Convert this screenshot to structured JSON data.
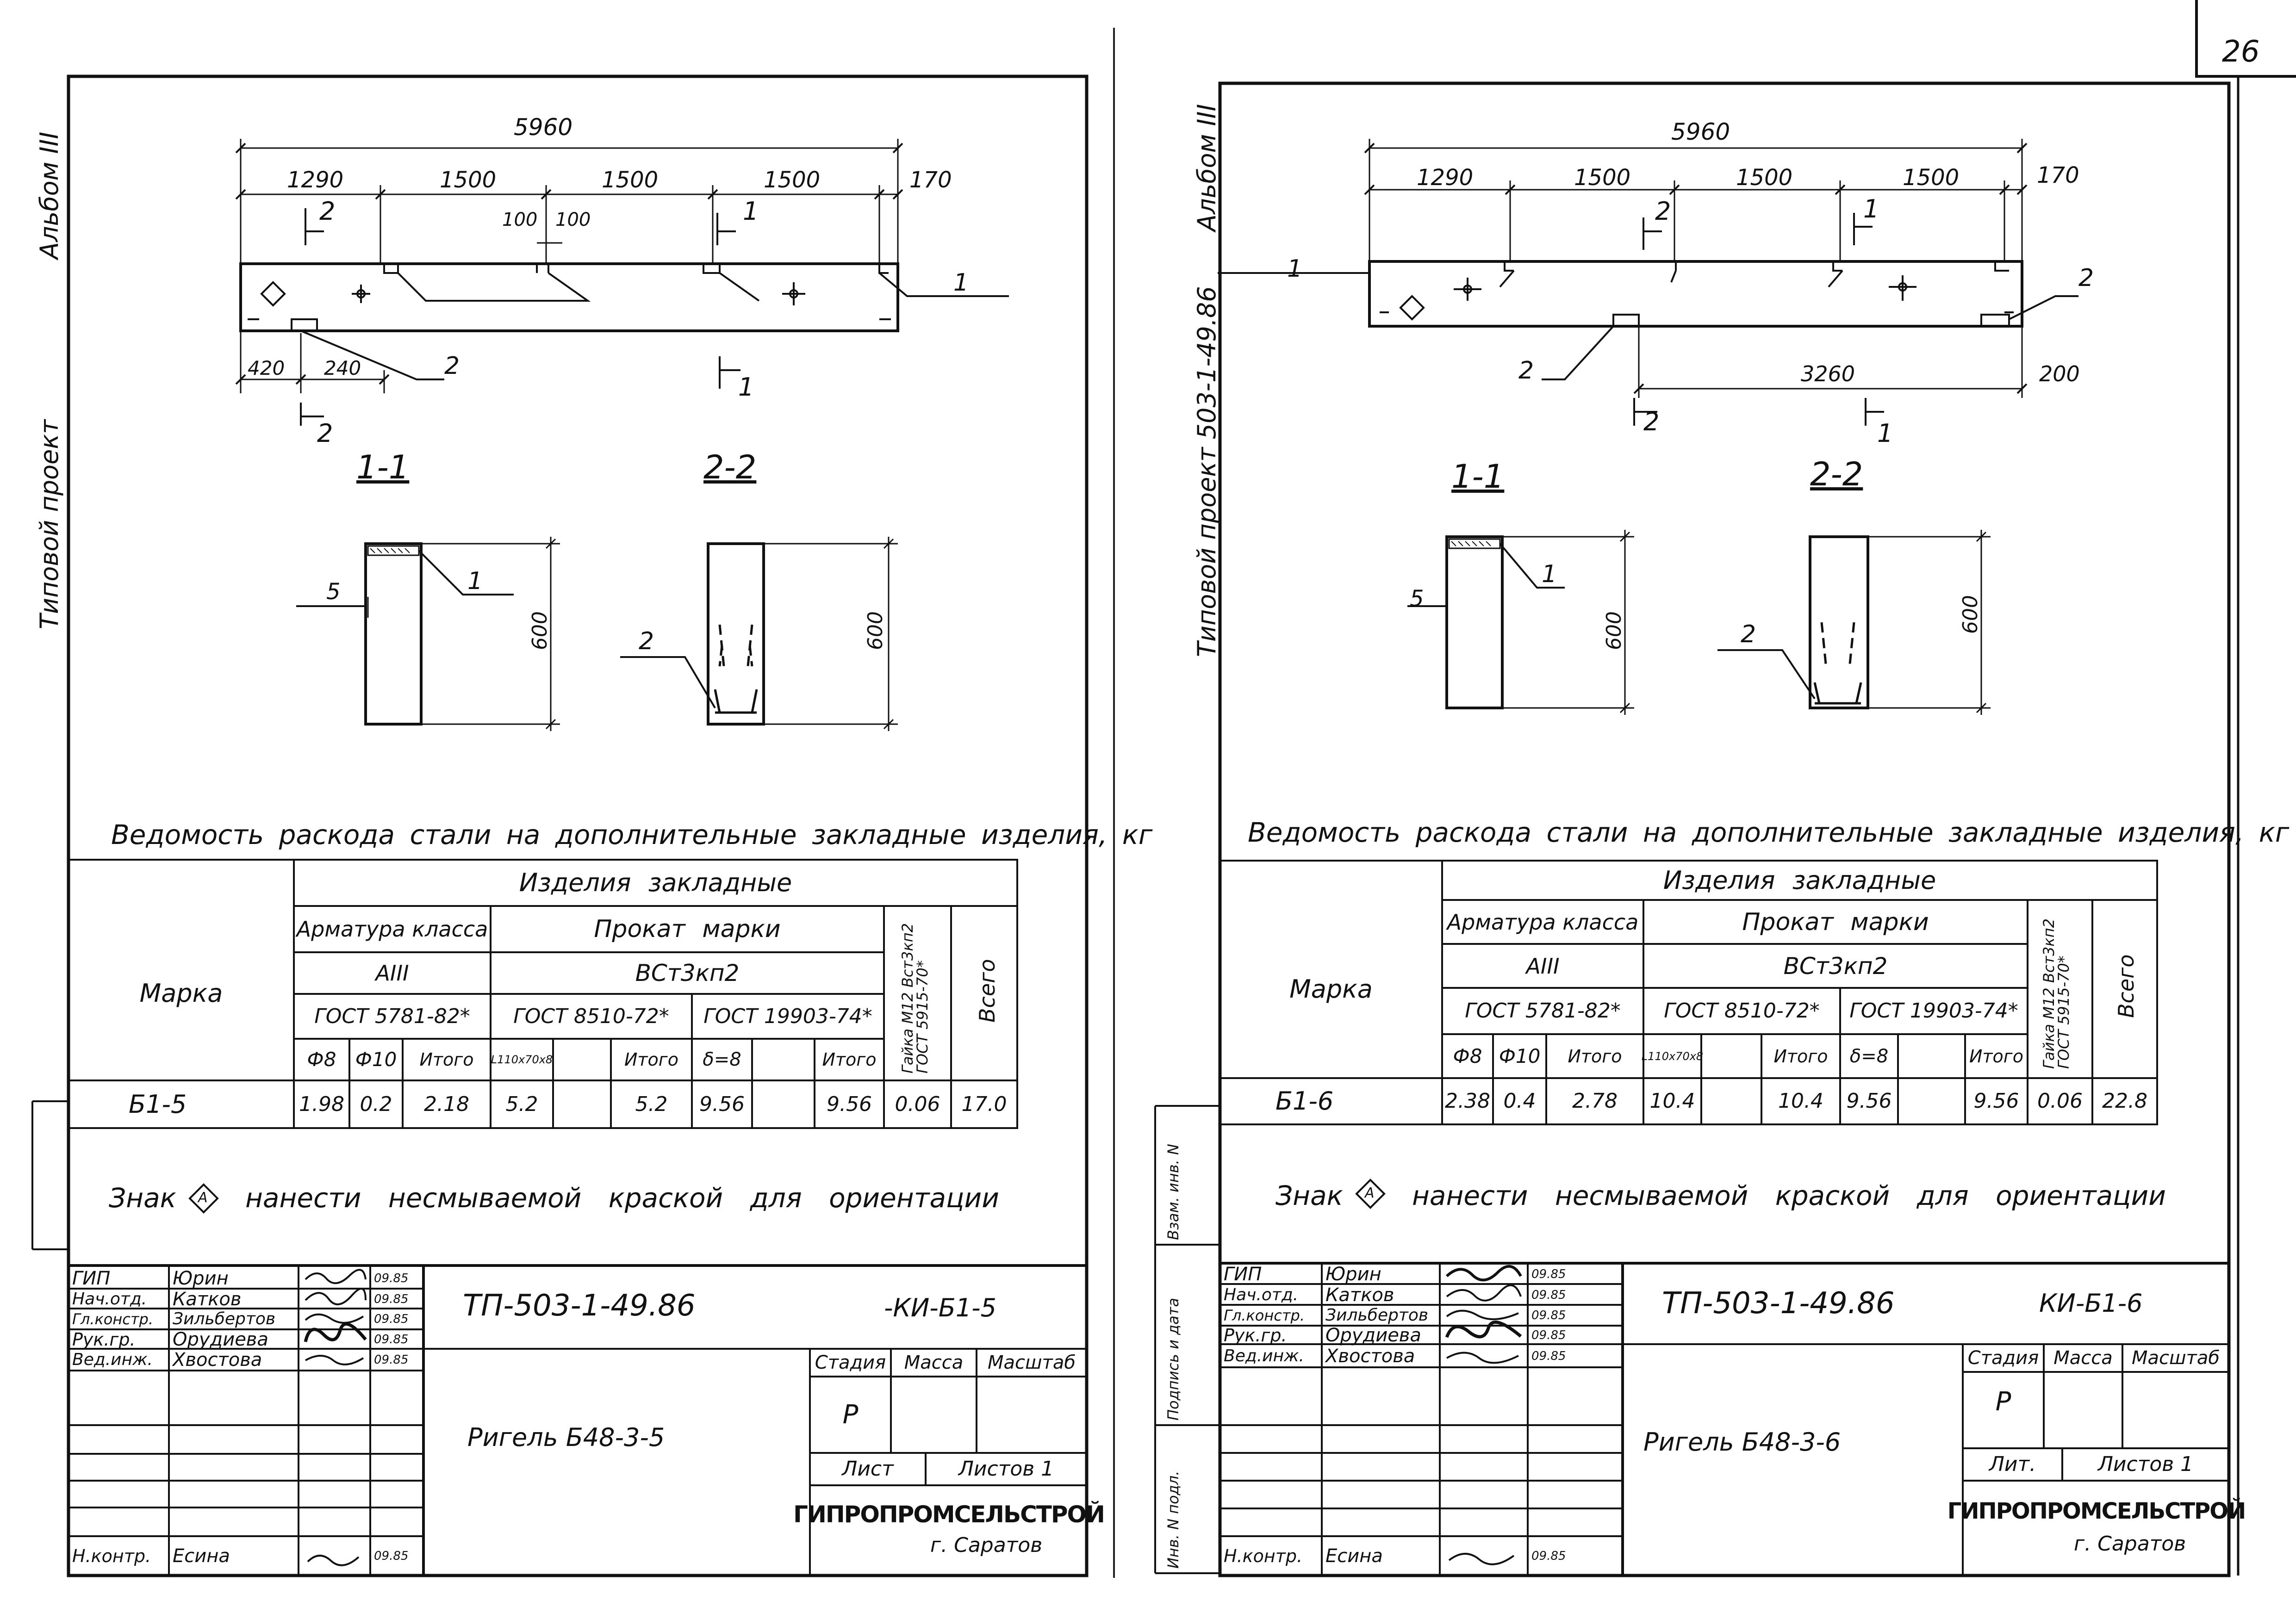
{
  "page_number": "26",
  "sheets": [
    {
      "side_labels": [
        "Альбом III",
        "Типовой проект"
      ],
      "dims": {
        "total": "5960",
        "segments": [
          "1290",
          "1500",
          "1500",
          "1500",
          "170"
        ],
        "small": [
          "100",
          "100"
        ],
        "bottom": [
          "420",
          "240"
        ]
      },
      "callouts": [
        "1",
        "2"
      ],
      "section_marks": [
        "2",
        "1",
        "2",
        "1"
      ],
      "section_titles": [
        "1-1",
        "2-2"
      ],
      "section_dims": {
        "thickness": "5",
        "height": "600"
      },
      "statement_title": "Ведомость раскода стали на дополнительные закладные изделия, кг",
      "table": {
        "mark_header": "Марка",
        "group_header": "Изделия закладные",
        "rebar_header": "Арматура класса",
        "rebar_class": "АIII",
        "rebar_gost": "ГОСТ 5781-82*",
        "rolled_header": "Прокат марки",
        "rolled_grade": "ВСт3кп2",
        "gost_a": "ГОСТ 8510-72*",
        "gost_b": "ГОСТ 19903-74*",
        "nut_header": "Гайка М12 Вст3кп2 ГОСТ 5915-70*",
        "total_header": "Всего",
        "cols": [
          "Ф8",
          "Ф10",
          "Итого",
          "L110х70х8",
          "",
          "Итого",
          "δ=8",
          "",
          "Итого"
        ],
        "row": {
          "mark": "Б1-5",
          "values": [
            "1.98",
            "0.2",
            "2.18",
            "5.2",
            "",
            "5.2",
            "9.56",
            "",
            "9.56",
            "0.06",
            "17.0"
          ]
        }
      },
      "note": {
        "before": "Знак",
        "symbol": "А",
        "after": "нанести несмываемой краской для ориентации"
      },
      "stamp": {
        "people": [
          {
            "role": "ГИП",
            "name": "Юрин",
            "date": "09.85"
          },
          {
            "role": "Нач.отд.",
            "name": "Катков",
            "date": "09.85"
          },
          {
            "role": "Гл.констр.",
            "name": "Зильбертов",
            "date": "09.85"
          },
          {
            "role": "Рук.гр.",
            "name": "Орудиева",
            "date": "09.85"
          },
          {
            "role": "Вед.инж.",
            "name": "Хвостова",
            "date": "09.85"
          }
        ],
        "control": {
          "role": "Н.контр.",
          "name": "Есина",
          "date": "09.85"
        },
        "code": "ТП-503-1-49.86",
        "sheet_code": "-КИ-Б1-5",
        "title": "Ригель Б48-3-5",
        "stage_h": "Стадия",
        "mass_h": "Масса",
        "scale_h": "Масштаб",
        "stage": "Р",
        "sheet_h": "Лист",
        "sheets_h": "Листов 1",
        "firm": "ГИПРОПРОМСЕЛЬСТРОЙ",
        "city": "г. Саратов"
      }
    },
    {
      "side_labels": [
        "Альбом III",
        "Типовой проект 503-1-49.86"
      ],
      "dims": {
        "total": "5960",
        "segments": [
          "1290",
          "1500",
          "1500",
          "1500",
          "170"
        ],
        "bottom": [
          "3260",
          "200"
        ]
      },
      "callouts": [
        "1",
        "2",
        "2"
      ],
      "section_marks": [
        "2",
        "1",
        "2",
        "1"
      ],
      "section_titles": [
        "1-1",
        "2-2"
      ],
      "section_dims": {
        "thickness": "5",
        "height": "600"
      },
      "statement_title": "Ведомость раскода стали на дополнительные закладные изделия, кг",
      "table": {
        "mark_header": "Марка",
        "group_header": "Изделия закладные",
        "rebar_header": "Арматура класса",
        "rebar_class": "АIII",
        "rebar_gost": "ГОСТ 5781-82*",
        "rolled_header": "Прокат марки",
        "rolled_grade": "ВСт3кп2",
        "gost_a": "ГОСТ 8510-72*",
        "gost_b": "ГОСТ 19903-74*",
        "nut_header": "Гайка М12 Вст3кп2 ГОСТ 5915-70*",
        "total_header": "Всего",
        "cols": [
          "Ф8",
          "Ф10",
          "Итого",
          "L110х70х8",
          "",
          "Итого",
          "δ=8",
          "",
          "Итого"
        ],
        "row": {
          "mark": "Б1-6",
          "values": [
            "2.38",
            "0.4",
            "2.78",
            "10.4",
            "",
            "10.4",
            "9.56",
            "",
            "9.56",
            "0.06",
            "22.8"
          ]
        }
      },
      "note": {
        "before": "Знак",
        "symbol": "А",
        "after": "нанести несмываемой краской для ориентации"
      },
      "binding": [
        "Взам. инв. N",
        "Подпись и дата",
        "Инв. N подл."
      ],
      "stamp": {
        "people": [
          {
            "role": "ГИП",
            "name": "Юрин",
            "date": "09.85"
          },
          {
            "role": "Нач.отд.",
            "name": "Катков",
            "date": "09.85"
          },
          {
            "role": "Гл.констр.",
            "name": "Зильбертов",
            "date": "09.85"
          },
          {
            "role": "Рук.гр.",
            "name": "Орудиева",
            "date": "09.85"
          },
          {
            "role": "Вед.инж.",
            "name": "Хвостова",
            "date": "09.85"
          }
        ],
        "control": {
          "role": "Н.контр.",
          "name": "Есина",
          "date": "09.85"
        },
        "code": "ТП-503-1-49.86",
        "sheet_code": "КИ-Б1-6",
        "title": "Ригель Б48-3-6",
        "stage_h": "Стадия",
        "mass_h": "Масса",
        "scale_h": "Масштаб",
        "stage": "Р",
        "sheet_h": "Лит.",
        "sheets_h": "Листов 1",
        "firm": "ГИПРОПРОМСЕЛЬСТРОЙ",
        "city": "г. Саратов"
      }
    }
  ]
}
